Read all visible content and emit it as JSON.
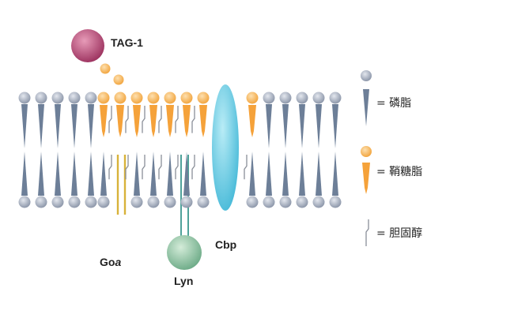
{
  "labels": {
    "tag1": "TAG-1",
    "cbp": "Cbp",
    "goa_prefix": "Go",
    "goa_symbol": "a",
    "lyn": "Lyn"
  },
  "legend": [
    {
      "name": "phospholipid",
      "text": "= 磷脂"
    },
    {
      "name": "glycosphingolipid",
      "text": "= 鞘糖脂"
    },
    {
      "name": "cholesterol",
      "text": "= 胆固醇"
    }
  ],
  "colors": {
    "phospholipid_head": "#a7b0c2",
    "phospholipid_tail": "#6d7f98",
    "glycolipid_head": "#f7b24f",
    "glycolipid_tail": "#f5a23a",
    "cholesterol": "#8a8f99",
    "tag1": "#b44a74",
    "cbp": "#52c3df",
    "lyn": "#7fb995",
    "goa_line": "#d8b23a",
    "lyn_line": "#4fa29a"
  }
}
